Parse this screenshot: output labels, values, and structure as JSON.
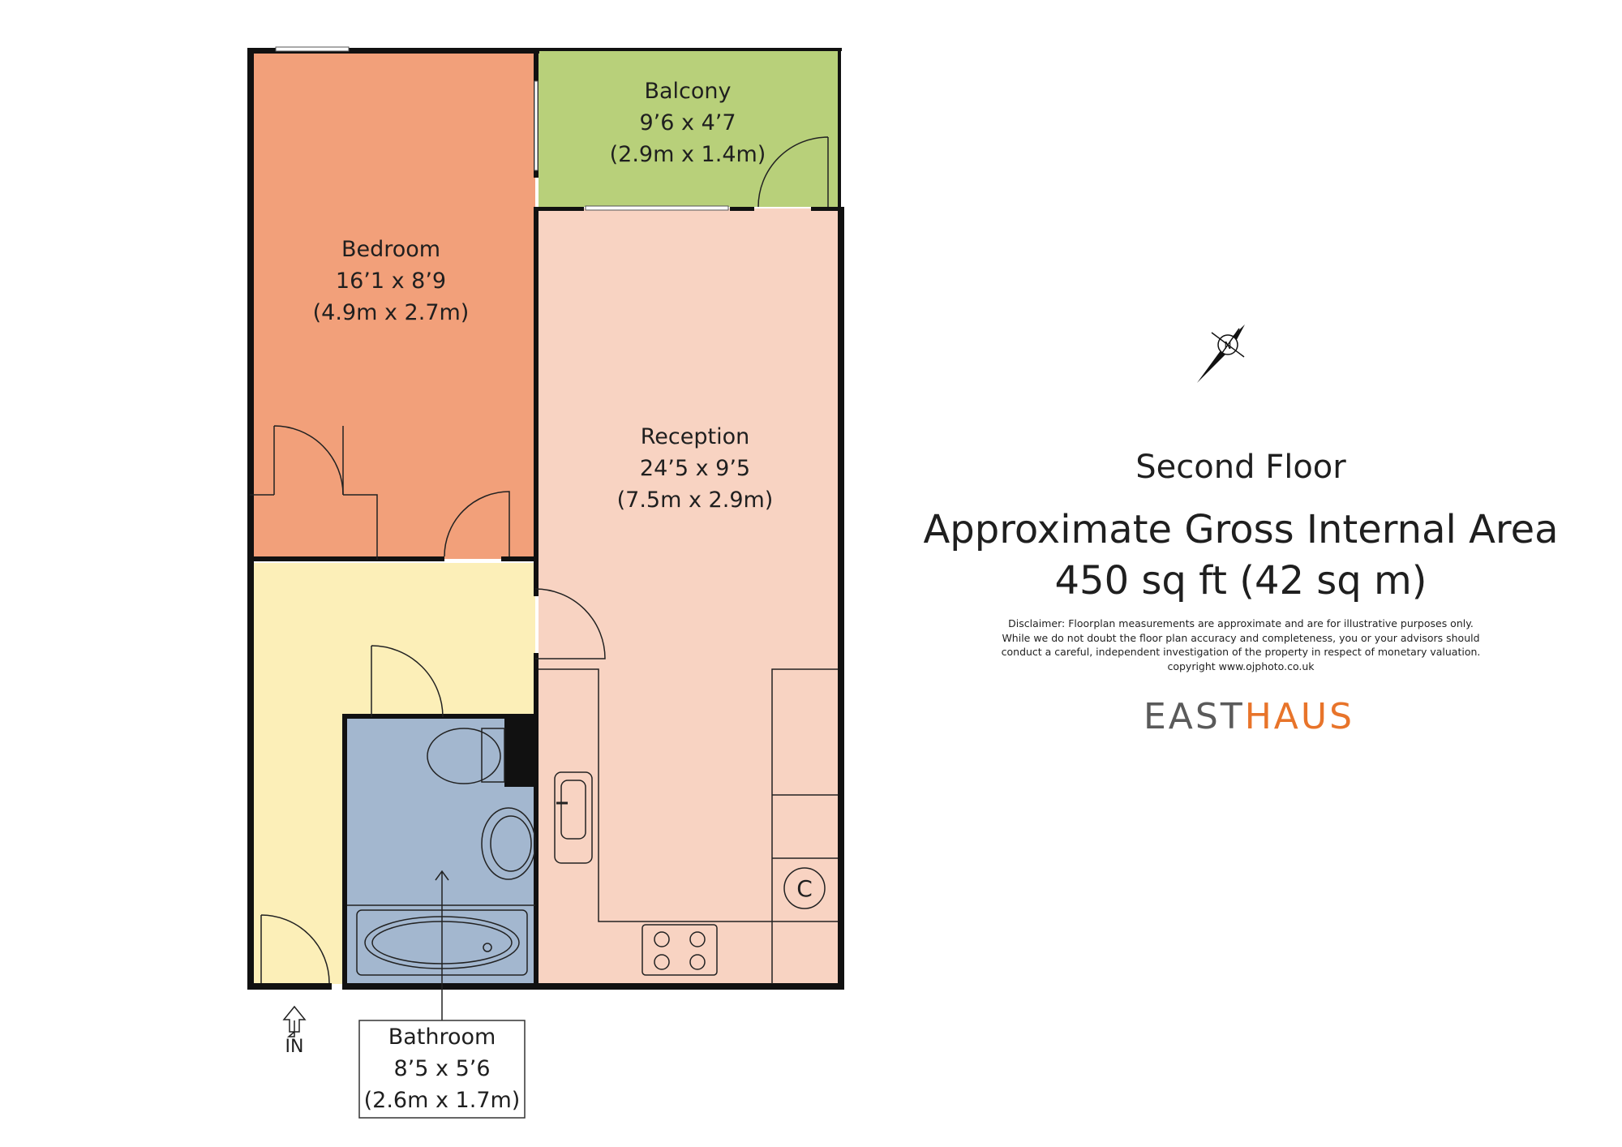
{
  "rooms": {
    "balcony": {
      "name": "Balcony",
      "dims_imperial": "9’6 x 4’7",
      "dims_metric": "(2.9m x 1.4m)"
    },
    "bedroom": {
      "name": "Bedroom",
      "dims_imperial": "16’1 x 8’9",
      "dims_metric": "(4.9m x 2.7m)"
    },
    "reception": {
      "name": "Reception",
      "dims_imperial": "24’5 x 9’5",
      "dims_metric": "(7.5m x 2.9m)"
    },
    "bathroom": {
      "name": "Bathroom",
      "dims_imperial": "8’5 x 5’6",
      "dims_metric": "(2.6m x 1.7m)"
    }
  },
  "cupboard_label": "C",
  "entrance_label": "IN",
  "compass_label": "N",
  "summary": {
    "floor": "Second Floor",
    "area_title": "Approximate Gross Internal Area",
    "area_value": "450 sq ft (42 sq m)"
  },
  "disclaimer": [
    "Disclaimer: Floorplan measurements are approximate and are for illustrative purposes only.",
    "While we do not doubt the floor plan accuracy and completeness, you or your advisors should",
    "conduct a careful, independent investigation of the property in respect of monetary valuation.",
    "copyright www.ojphoto.co.uk"
  ],
  "brand": {
    "part1": "EAST",
    "part2": "HAUS",
    "color1": "#5a5a5a",
    "color2": "#e8742a"
  },
  "colors": {
    "bedroom": "#f2a07a",
    "balcony": "#b8d07a",
    "reception": "#f8d3c2",
    "hallway": "#fcefb8",
    "bathroom": "#a3b7cf",
    "wall": "#111111"
  }
}
